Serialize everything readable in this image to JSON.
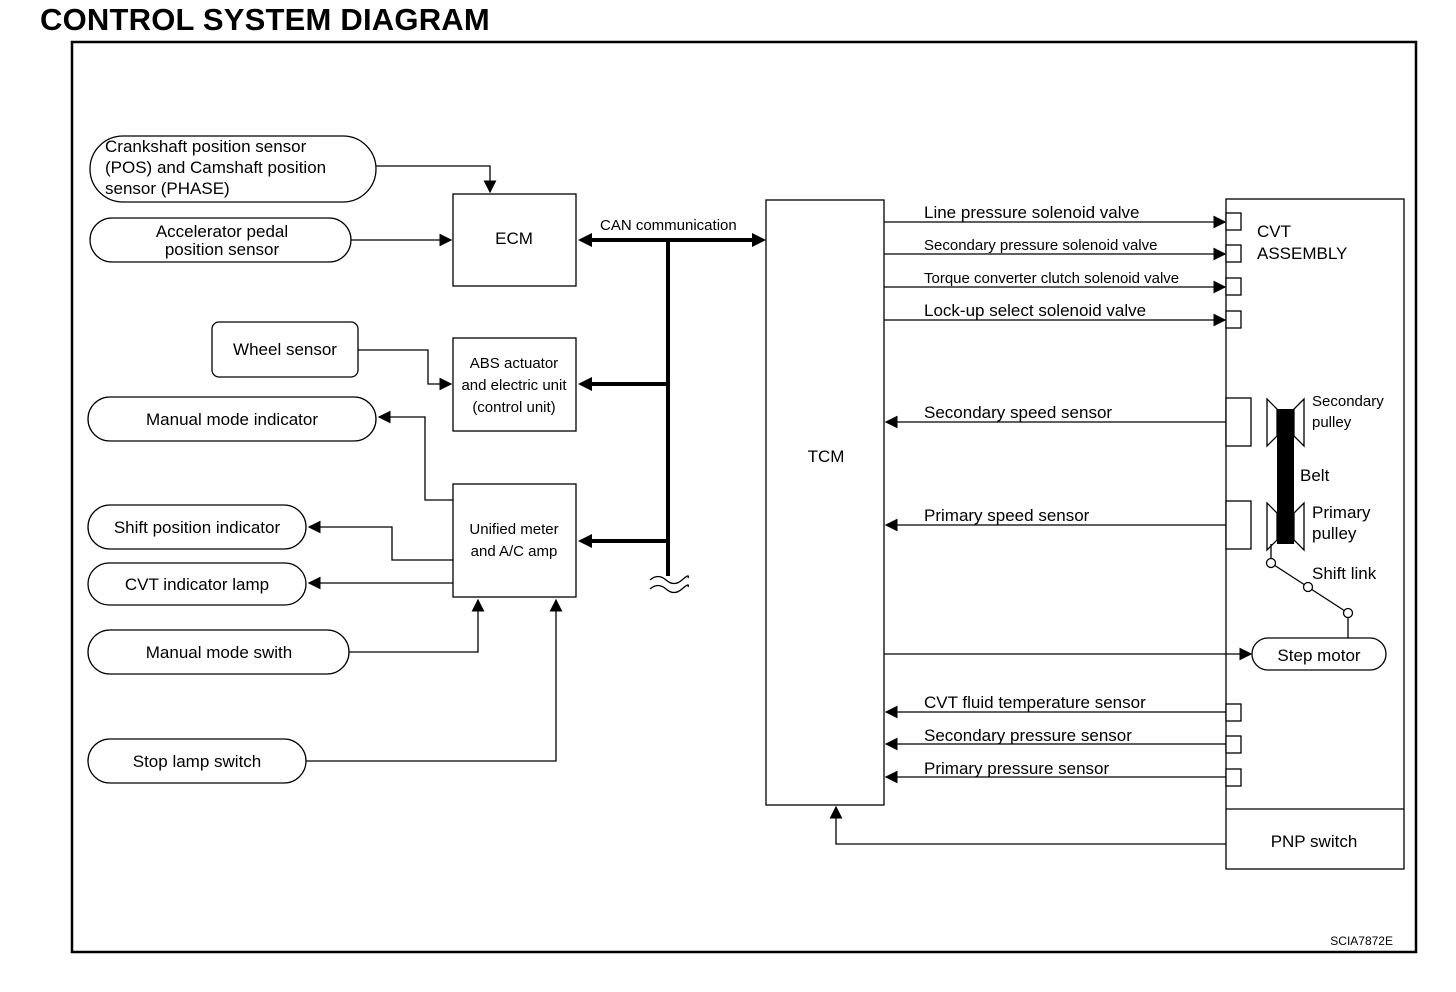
{
  "title": "CONTROL SYSTEM DIAGRAM",
  "figure_code": "SCIA7872E",
  "inputs": {
    "crankshaft": [
      "Crankshaft position sensor",
      "(POS) and Camshaft position",
      "sensor (PHASE)"
    ],
    "accelerator": [
      "Accelerator pedal",
      "position sensor"
    ],
    "wheel_sensor": "Wheel sensor",
    "manual_mode_indicator": "Manual mode indicator",
    "shift_position_indicator": "Shift position indicator",
    "cvt_indicator_lamp": "CVT  indicator lamp",
    "manual_mode_switch": "Manual mode swith",
    "stop_lamp_switch": "Stop lamp switch"
  },
  "units": {
    "ecm": "ECM",
    "abs": [
      "ABS actuator",
      "and electric unit",
      "(control unit)"
    ],
    "meter": [
      "Unified meter",
      "and A/C amp"
    ],
    "tcm": "TCM"
  },
  "can_label": "CAN communication",
  "cvt": {
    "title": [
      "CVT",
      "ASSEMBLY"
    ],
    "outputs": {
      "line_pressure": "Line pressure solenoid valve",
      "secondary_pressure_valve": "Secondary pressure solenoid valve",
      "torque_converter": "Torque converter clutch solenoid valve",
      "lockup": "Lock-up select solenoid valve"
    },
    "sensors": {
      "secondary_speed": "Secondary speed sensor",
      "primary_speed": "Primary speed sensor",
      "fluid_temp": "CVT fluid temperature sensor",
      "secondary_pressure": "Secondary pressure sensor",
      "primary_pressure": "Primary pressure sensor"
    },
    "mechanism": {
      "secondary_pulley": [
        "Secondary",
        "pulley"
      ],
      "belt": "Belt",
      "primary_pulley": [
        "Primary",
        "pulley"
      ],
      "shift_link": "Shift link",
      "step_motor": "Step motor"
    },
    "pnp_switch": "PNP switch"
  }
}
